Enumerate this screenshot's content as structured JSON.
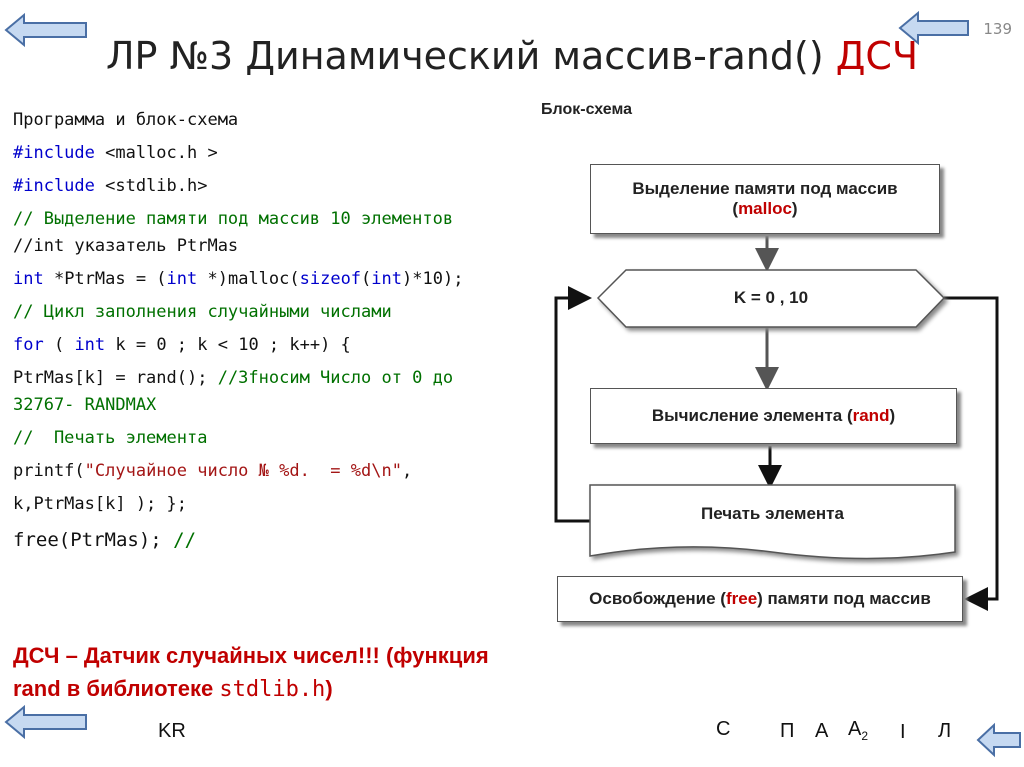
{
  "slide": {
    "page_number": "139",
    "title_main": "ЛР №3 Динамический массив-rand() ",
    "title_accent": "ДСЧ"
  },
  "code": {
    "heading": "Программа и блок-схема",
    "l1_kw": "#include",
    "l1_rest": " <malloc.h >",
    "l2_kw": "#include",
    "l2_rest": " <stdlib.h>",
    "l3": "// Выделение памяти под массив 10 элементов",
    "l4": "//int указатель PtrMas",
    "l5_a": "int",
    "l5_b": " *PtrMas = (",
    "l5_c": "int",
    "l5_d": " *)malloc(",
    "l5_e": "sizeof",
    "l5_f": "(",
    "l5_g": "int",
    "l5_h": ")*10);",
    "l6": "// Цикл заполнения случайными числами",
    "l7_a": "for",
    "l7_b": " ( ",
    "l7_c": "int",
    "l7_d": " k = 0 ; k < 10 ; k++) {",
    "l8_a": "PtrMas[k] = rand(); ",
    "l8_b": "//Зfносим Число от 0 до",
    "l9": "32767- RANDMAX",
    "l10": "//  Печать элемента",
    "l11_a": "printf(",
    "l11_b": "\"Случайное число № %d.  = %d\\n\"",
    "l11_c": ",",
    "l12": "k,PtrMas[k] ); };",
    "l13_a": "free(PtrMas); ",
    "l13_b": "//"
  },
  "flowchart": {
    "title": "Блок-схема",
    "b1_line1": "Выделение памяти под массив",
    "b1_pre": "(",
    "b1_red": "malloc",
    "b1_post": ")",
    "loop": "K = 0 , 10",
    "b3_pre": "Вычисление элемента (",
    "b3_red": "rand",
    "b3_post": ")",
    "b4": "Печать элемента",
    "b5_pre": "Освобождение (",
    "b5_red": "free",
    "b5_post": ") памяти под массив"
  },
  "note": {
    "line1": "ДСЧ – Датчик случайных чисел!!! (функция",
    "line2_a": "rand в библиотеке ",
    "line2_b": "stdlib.h",
    "line2_c": ")"
  },
  "footer": {
    "kr": "KR",
    "c": "С",
    "p": "П",
    "a": "А",
    "a2": "А",
    "a2_sub": "2",
    "i": "I",
    "l": "Л"
  },
  "colors": {
    "accent_red": "#c00000",
    "arrow_fill": "#c6d9f1",
    "arrow_stroke": "#4a6fa5",
    "keyword": "#0000cc",
    "comment": "#007000"
  },
  "icons": [
    "arrow-left-icon"
  ]
}
